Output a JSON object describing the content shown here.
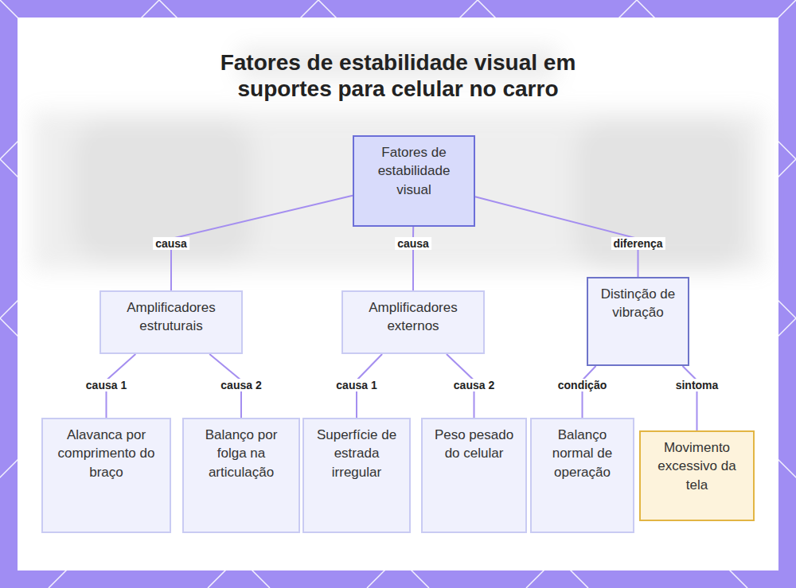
{
  "diagram": {
    "title": "Fatores de estabilidade visual em suportes para celular no carro",
    "nodes": [
      {
        "text": [
          "Fatores de estabilidade visual"
        ]
      },
      {
        "text": [
          "Amplificadores estruturais"
        ]
      },
      {
        "text": [
          "Amplificadores externos"
        ]
      },
      {
        "text": [
          "Distinção de vibração"
        ]
      },
      {
        "text": [
          "Alavanca por comprimento do braço"
        ]
      },
      {
        "text": [
          "Balanço por folga na articulação"
        ]
      },
      {
        "text": [
          "Superfície de estrada irregular"
        ]
      },
      {
        "text": [
          "Peso pesado do celular"
        ]
      },
      {
        "text": [
          "Balanço normal de operação"
        ]
      },
      {
        "text": [
          "Movimento excessivo da tela"
        ]
      }
    ],
    "edges": [
      {
        "from": 0,
        "to": 1,
        "label": "causa",
        "arrow": "none"
      },
      {
        "from": 0,
        "to": 2,
        "label": "causa",
        "arrow": "none"
      },
      {
        "from": 0,
        "to": 3,
        "label": "diferença",
        "arrow": "none"
      },
      {
        "from": 1,
        "to": 4,
        "label": "causa 1",
        "arrow": "none"
      },
      {
        "from": 1,
        "to": 5,
        "label": "causa 2",
        "arrow": "none"
      },
      {
        "from": 2,
        "to": 6,
        "label": "causa 1",
        "arrow": "none"
      },
      {
        "from": 2,
        "to": 7,
        "label": "causa 2",
        "arrow": "none"
      },
      {
        "from": 3,
        "to": 8,
        "label": "condição",
        "arrow": "none"
      },
      {
        "from": 3,
        "to": 9,
        "label": "sintoma",
        "arrow": "none"
      }
    ]
  }
}
